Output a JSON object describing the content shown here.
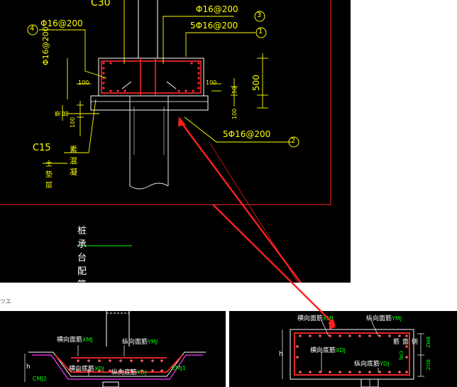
{
  "top": {
    "concrete_grade": "C30",
    "bar_3": "Φ16@200",
    "bar_1": "5Φ16@200",
    "bar_4": "Φ16@200",
    "bar_side": "Φ16@200",
    "bar_2": "5Φ16@200",
    "callouts": [
      "3",
      "1",
      "4",
      "2"
    ],
    "dim_100_a": "100",
    "dim_100_b": "100",
    "dim_100_c": "100",
    "dim_100_d": "100",
    "dim_500": "500",
    "dim_50": "50",
    "c15": "C15",
    "plain_concrete": "素混凝",
    "soil_layer": "土垫层",
    "cushion": "垫层",
    "title": "桩承台配筋大样"
  },
  "gap_text": "ツエ",
  "bottom_left": {
    "h_top": "横向面筋",
    "h_top_code": "XMJ",
    "v_top": "纵向面筋",
    "v_top_code": "YMJ",
    "h_bottom": "横向底筋",
    "h_bottom_code": "XDJ",
    "v_bottom": "纵向底筋",
    "v_bottom_code": "YDJ",
    "cmj2": "CMJ2",
    "cmj1": "CMJ1",
    "h_mark": "h"
  },
  "bottom_right": {
    "h_top": "横向面筋",
    "h_top_code": "XMJ",
    "v_top": "纵向面筋",
    "v_top_code": "YMJ",
    "h_bottom": "横向底筋",
    "h_bottom_code": "XDJ",
    "side": "侧面筋",
    "side_code": "CMJ",
    "v_bottom": "纵向底筋",
    "v_bottom_code": "YDJ",
    "h_mark": "h",
    "bmz": "BMZ",
    "bdz": "BDZ"
  },
  "colors": {
    "canvas": "#000000",
    "linework": "#ffff00",
    "rebar": "#ff2a2a",
    "pile": "#e6e6e6",
    "annotation_arrow": "#ff2020",
    "code_text": "#00ff00",
    "pink": "#ff33ff",
    "frame": "#ff2a2a"
  }
}
